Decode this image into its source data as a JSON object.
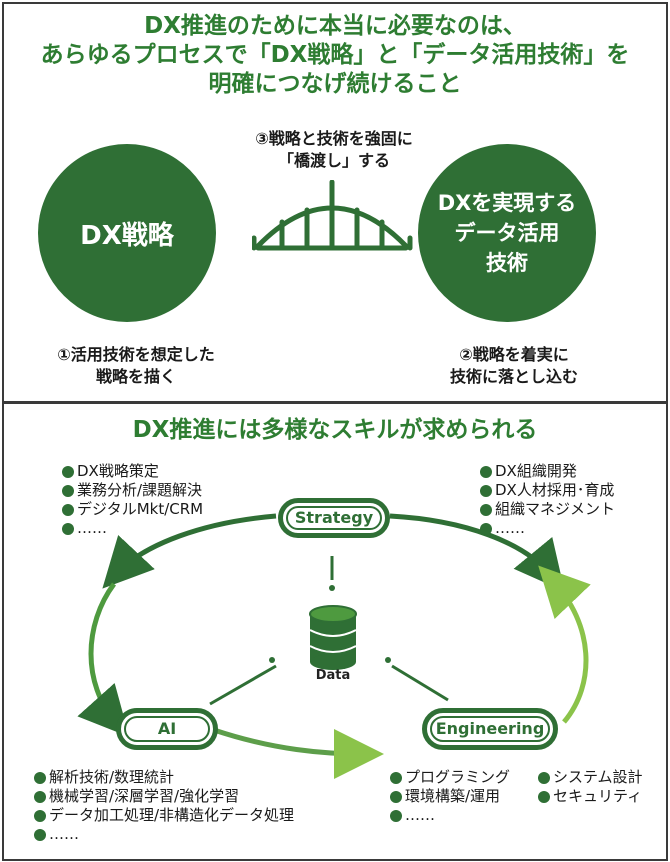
{
  "top": {
    "title_lines": [
      "DX推進のために本当に必要なのは、",
      "あらゆるプロセスで「DX戦略」と「データ活用技術」を",
      "明確につなげ続けること"
    ],
    "circle_left": "DX戦略",
    "circle_right_lines": [
      "DXを実現する",
      "データ活用",
      "技術"
    ],
    "bridge_label_lines": [
      "③戦略と技術を強固に",
      "「橋渡し」する"
    ],
    "caption_left_lines": [
      "①活用技術を想定した",
      "戦略を描く"
    ],
    "caption_right_lines": [
      "②戦略を着実に",
      "技術に落とし込む"
    ]
  },
  "bottom": {
    "title": "DX推進には多様なスキルが求められる",
    "nodes": {
      "strategy": "Strategy",
      "ai": "AI",
      "engineering": "Engineering",
      "data": "Data"
    },
    "strategy_skills": [
      "DX戦略策定",
      "業務分析/課題解決",
      "デジタルMkt/CRM",
      "……"
    ],
    "org_skills": [
      "DX組織開発",
      "DX人材採用･育成",
      "組織マネジメント",
      "……"
    ],
    "ai_skills": [
      "解析技術/数理統計",
      "機械学習/深層学習/強化学習",
      "データ加工処理/非構造化データ処理",
      "……"
    ],
    "engineering_skills_col1": [
      "プログラミング",
      "環境構築/運用",
      "……"
    ],
    "engineering_skills_col2": [
      "システム設計",
      "セキュリティ"
    ]
  },
  "colors": {
    "accent_green": "#2e7d32",
    "dark_green": "#2f6f35",
    "light_green": "#8bc34a"
  },
  "icons": [
    "bridge-icon",
    "database-icon",
    "bullet-dot"
  ]
}
